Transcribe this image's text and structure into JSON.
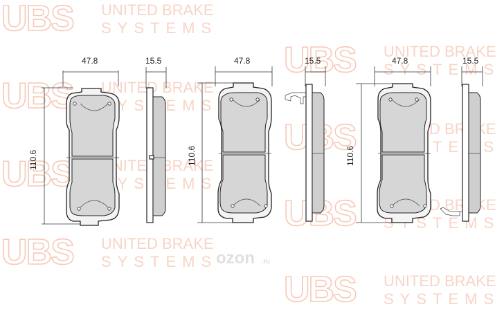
{
  "watermark": {
    "logo": "UBS",
    "line1": "UNITED BRAKE",
    "line2": "SYSTEMS"
  },
  "dimensions": {
    "width": "47.8",
    "thickness": "15.5",
    "height": "110.6"
  },
  "marketplace": {
    "name": "ozon",
    "suffix": ".ru"
  },
  "colors": {
    "watermark": "#f6c9b8",
    "friction_material": "#d6d6d6",
    "line": "#222222"
  }
}
